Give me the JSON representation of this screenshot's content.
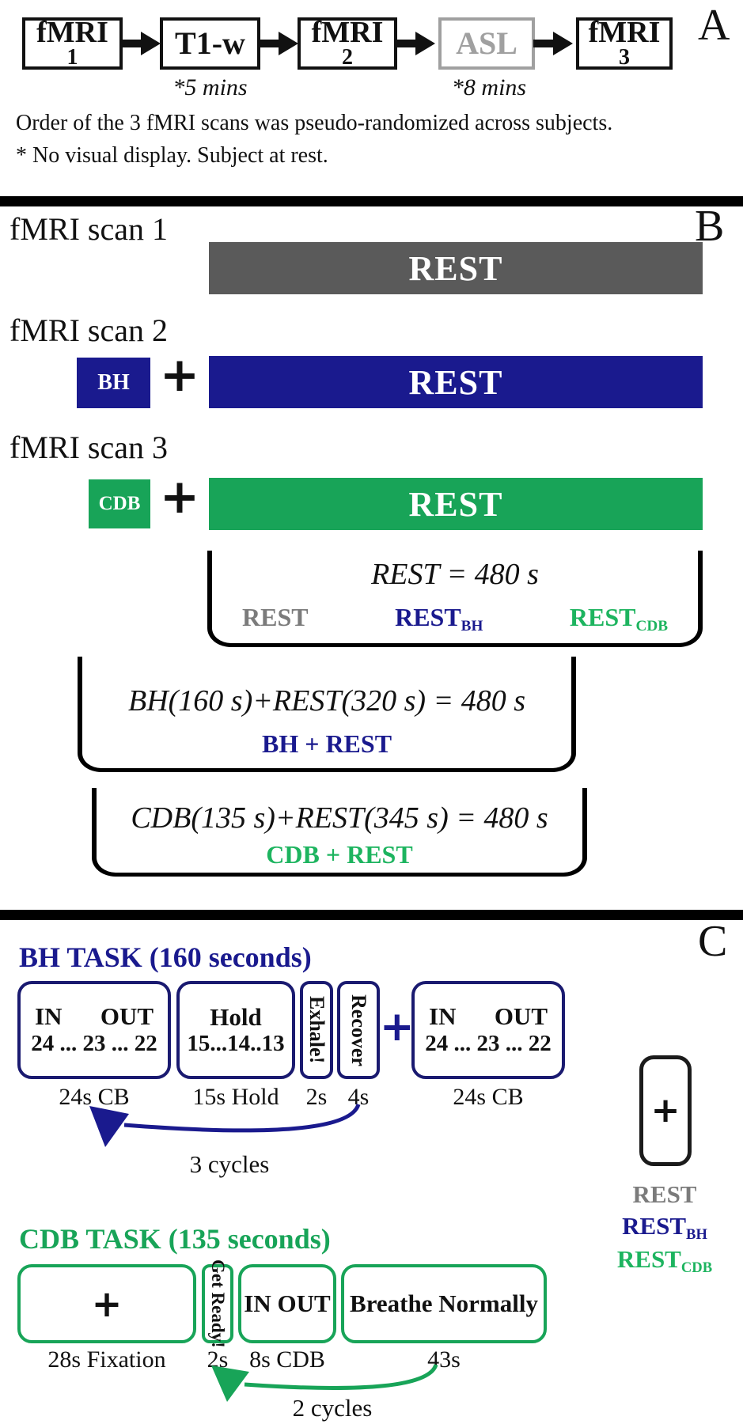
{
  "colors": {
    "navy": "#1a1a8e",
    "green": "#18a458",
    "green_text": "#1db45f",
    "bar_gray": "#5a5a5a",
    "legend_gray": "#7b7b7b",
    "asl_gray": "#a0a0a0",
    "black": "#111111"
  },
  "panel_a": {
    "label": "A",
    "scan_boxes": [
      {
        "title": "fMRI",
        "subtitle": "1"
      },
      {
        "title": "T1-w",
        "note": "*5 mins"
      },
      {
        "title": "fMRI",
        "subtitle": "2"
      },
      {
        "title": "ASL",
        "note": "*8 mins"
      },
      {
        "title": "fMRI",
        "subtitle": "3"
      }
    ],
    "caption_line1": "Order of the 3 fMRI scans was pseudo-randomized across subjects.",
    "caption_line2": "* No visual display. Subject at rest."
  },
  "panel_b": {
    "label": "B",
    "rows": [
      {
        "scan_label": "fMRI scan 1",
        "bar_label": "REST"
      },
      {
        "scan_label": "fMRI scan 2",
        "task_label": "BH",
        "plus": "+",
        "bar_label": "REST"
      },
      {
        "scan_label": "fMRI scan 3",
        "task_label": "CDB",
        "plus": "+",
        "bar_label": "REST"
      }
    ],
    "brace_rest": {
      "formula": "REST = 480 s",
      "legend": [
        {
          "base": "REST",
          "sub": ""
        },
        {
          "base": "REST",
          "sub": "BH"
        },
        {
          "base": "REST",
          "sub": "CDB"
        }
      ]
    },
    "brace_bh": {
      "formula": "BH(160 s)+REST(320 s) = 480 s",
      "label": "BH + REST"
    },
    "brace_cdb": {
      "formula": "CDB(135 s)+REST(345 s) = 480 s",
      "label": "CDB + REST"
    }
  },
  "panel_c": {
    "label": "C",
    "bh_task": {
      "title": "BH TASK (160 seconds)",
      "box_in_out_1": {
        "word_in": "IN",
        "word_out": "OUT",
        "countdown": "24 ... 23 ... 22",
        "caption": "24s CB"
      },
      "box_hold": {
        "line1": "Hold",
        "countdown": "15...14..13",
        "caption": "15s Hold"
      },
      "box_exhale": {
        "text": "Exhale!",
        "caption": "2s"
      },
      "box_recover": {
        "text": "Recover",
        "caption": "4s"
      },
      "plus": "+",
      "box_in_out_2": {
        "word_in": "IN",
        "word_out": "OUT",
        "countdown": "24 ... 23 ... 22",
        "caption": "24s CB"
      },
      "cycles": "3 cycles"
    },
    "cdb_task": {
      "title": "CDB TASK (135 seconds)",
      "box_fixation": {
        "text": "+",
        "caption": "28s Fixation"
      },
      "box_get_ready": {
        "text": "Get Ready!",
        "caption": "2s"
      },
      "box_in_out": {
        "text": "IN OUT",
        "caption": "8s CDB"
      },
      "box_breathe": {
        "text": "Breathe Normally",
        "caption": "43s"
      },
      "cycles": "2 cycles"
    },
    "rest_legend": {
      "plus": "+",
      "items": [
        {
          "base": "REST",
          "sub": ""
        },
        {
          "base": "REST",
          "sub": "BH"
        },
        {
          "base": "REST",
          "sub": "CDB"
        }
      ]
    }
  }
}
